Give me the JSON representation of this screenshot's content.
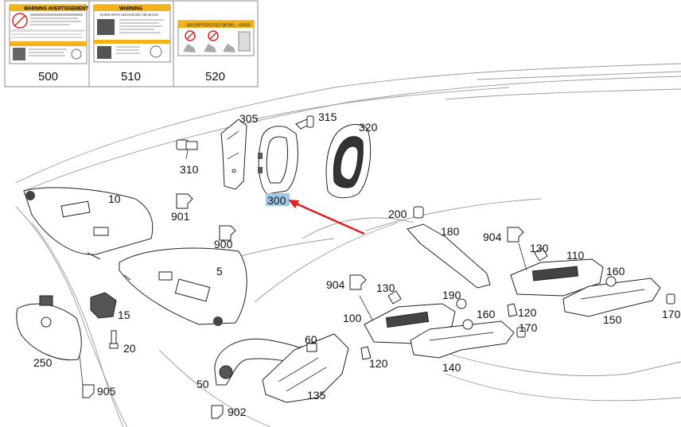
{
  "labels_panels": [
    {
      "id": "500",
      "heading": "WARNING AVERTISSEMENT"
    },
    {
      "id": "510",
      "heading": "WARNING",
      "subheading": "EVEN WITH ADVANCED AIR BAGS"
    },
    {
      "id": "520",
      "heading": "儿童安全座椅严禁安装在有安全气囊的座椅上，以避免受伤"
    }
  ],
  "callouts": [
    "305",
    "315",
    "320",
    "310",
    "10",
    "901",
    "900",
    "5",
    "200",
    "180",
    "904",
    "130",
    "110",
    "160",
    "190",
    "170",
    "150",
    "100",
    "120",
    "140",
    "60",
    "15",
    "20",
    "250",
    "905",
    "50",
    "135",
    "902"
  ],
  "highlighted_callout": "300",
  "colors": {
    "highlight": "#9fc9ea",
    "arrow": "#e02020",
    "line": "#222222"
  }
}
